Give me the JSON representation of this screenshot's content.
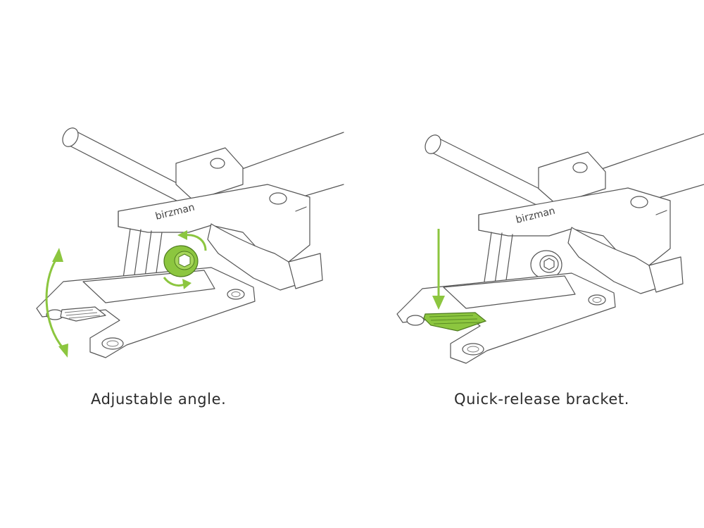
{
  "panels": [
    {
      "caption": "Adjustable angle.",
      "brand": "birzman"
    },
    {
      "caption": "Quick-release bracket.",
      "brand": "birzman"
    }
  ],
  "colors": {
    "accent": "#8cc63f",
    "line": "#555555",
    "text": "#2b2b2b"
  }
}
